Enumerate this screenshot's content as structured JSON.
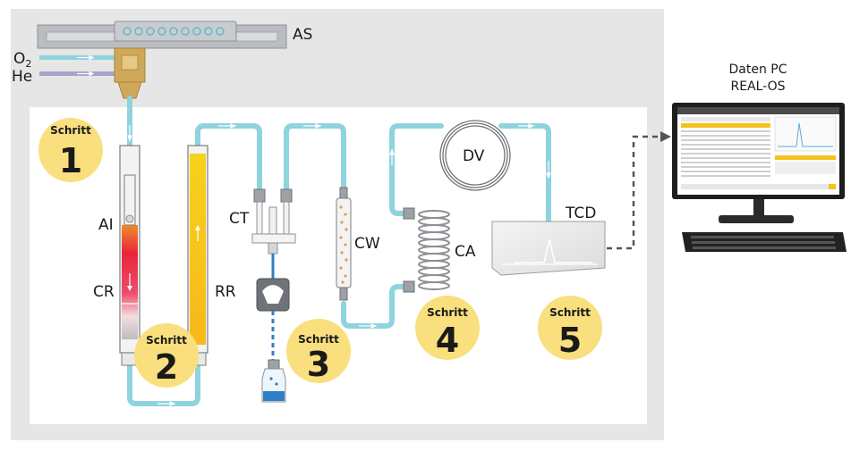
{
  "labels": {
    "autosampler": "AS",
    "oxygen": "O",
    "oxygen_sub": "2",
    "helium": "He",
    "ash_insert": "AI",
    "combustion_reactor": "CR",
    "reduction_reactor": "RR",
    "condensation_trap": "CT",
    "chemical_water_trap": "CW",
    "dv": "DV",
    "column": "CA",
    "detector": "TCD"
  },
  "steps": [
    {
      "word": "Schritt",
      "number": "1"
    },
    {
      "word": "Schritt",
      "number": "2"
    },
    {
      "word": "Schritt",
      "number": "3"
    },
    {
      "word": "Schritt",
      "number": "4"
    },
    {
      "word": "Schritt",
      "number": "5"
    }
  ],
  "pc": {
    "title_line1": "Daten PC",
    "title_line2": "REAL-OS"
  },
  "colors": {
    "outer_panel": "#e6e6e6",
    "inner_panel": "#ffffff",
    "tube": "#8fd3df",
    "tube_edge": "#5fb8c8",
    "step_circle": "#f9df7e",
    "reactor_yellow": "#f7c21b",
    "reactor_red": "#e8253a",
    "water_blue": "#2e7fc4"
  }
}
